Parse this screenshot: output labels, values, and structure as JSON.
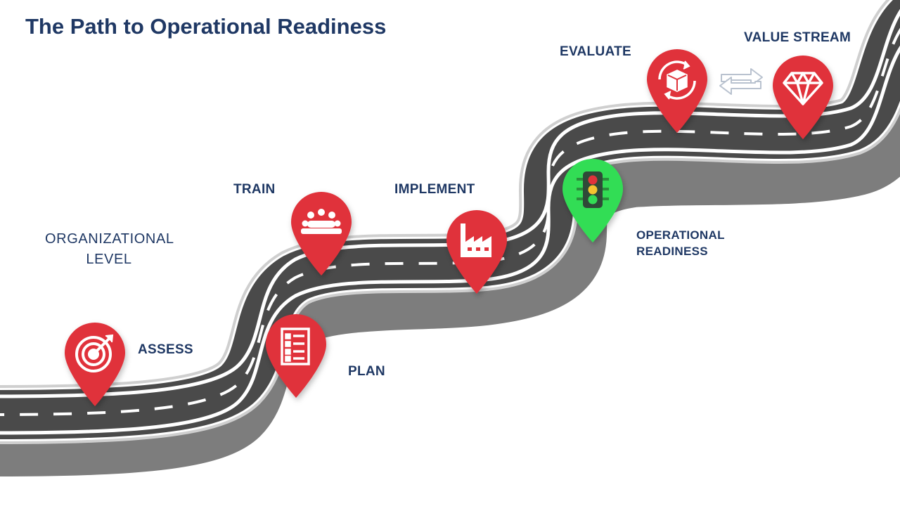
{
  "title": "The Path to Operational Readiness",
  "colors": {
    "title": "#1f3864",
    "pin_red": "#e0333b",
    "pin_green": "#33dd55",
    "road": "#4a4a4a",
    "road_side": "#7a7a7a",
    "road_edge": "#ffffff"
  },
  "side_note": {
    "line1": "ORGANIZATIONAL",
    "line2": "LEVEL"
  },
  "steps": [
    {
      "label": "ASSESS",
      "icon": "target-icon",
      "color": "#e0333b"
    },
    {
      "label": "PLAN",
      "icon": "checklist-icon",
      "color": "#e0333b"
    },
    {
      "label": "TRAIN",
      "icon": "team-meeting-icon",
      "color": "#e0333b"
    },
    {
      "label": "IMPLEMENT",
      "icon": "factory-icon",
      "color": "#e0333b"
    },
    {
      "label_line1": "OPERATIONAL",
      "label_line2": "READINESS",
      "icon": "traffic-light-icon",
      "color": "#33dd55"
    },
    {
      "label": "EVALUATE",
      "icon": "package-cycle-icon",
      "color": "#e0333b"
    },
    {
      "label": "VALUE STREAM",
      "icon": "diamond-icon",
      "color": "#e0333b"
    }
  ],
  "connector_icon": "swap-arrows-icon"
}
